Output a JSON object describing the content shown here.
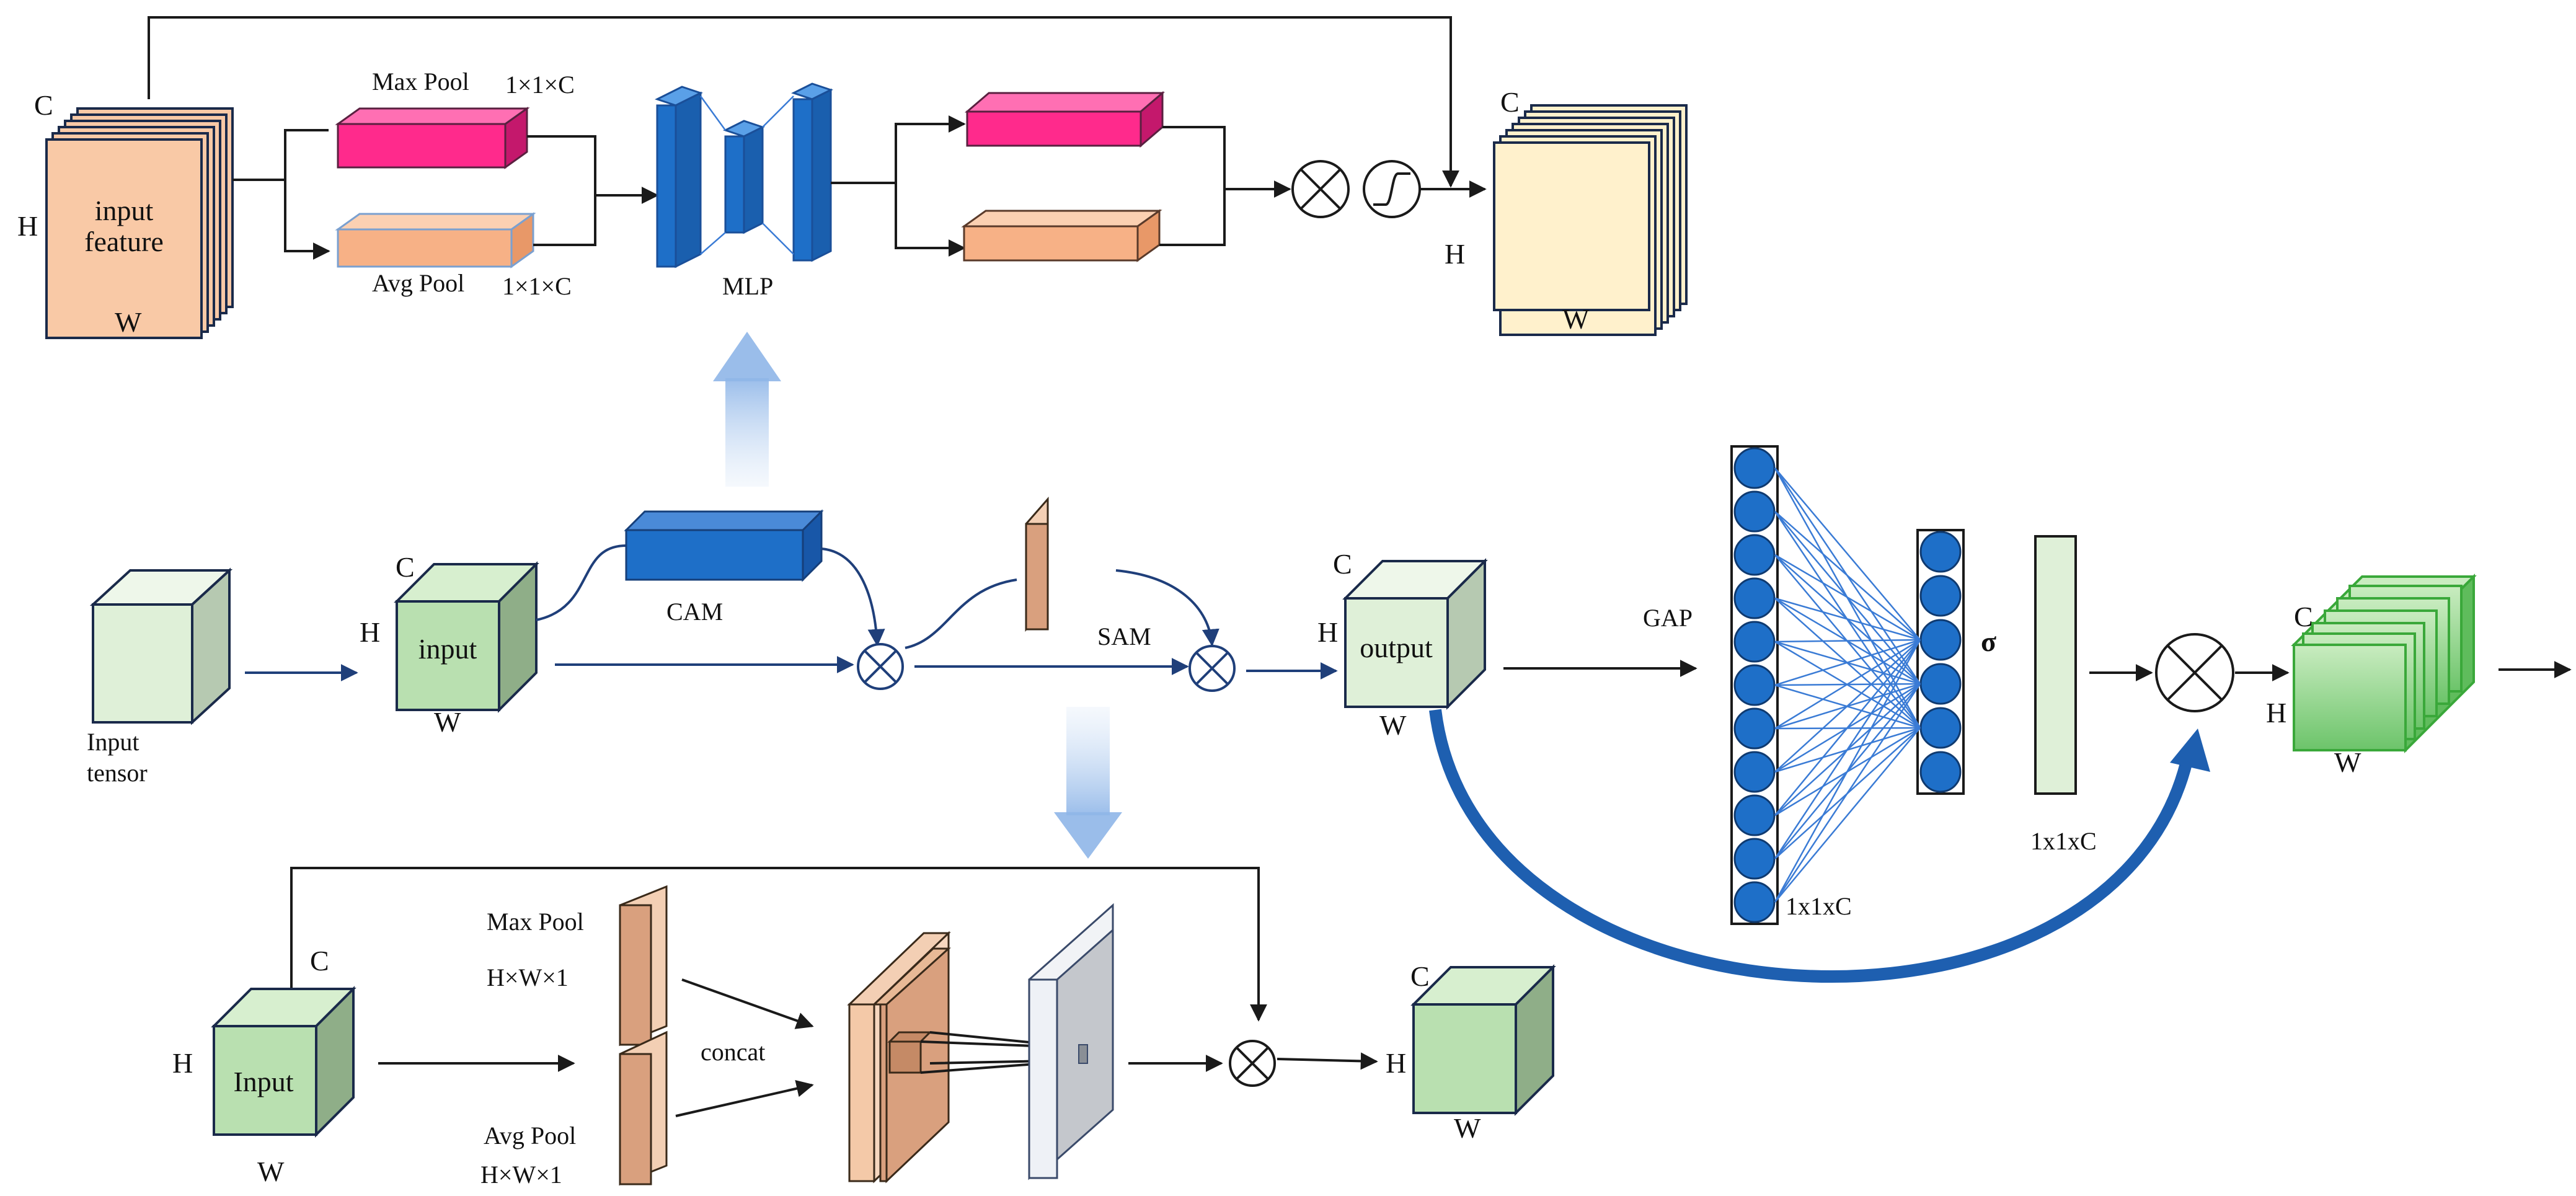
{
  "top_cam": {
    "input_label_line1": "input",
    "input_label_line2": "feature",
    "dim_c": "C",
    "dim_h": "H",
    "dim_w": "W",
    "max_pool": "Max Pool",
    "avg_pool": "Avg Pool",
    "max_pool_dim": "1×1×C",
    "avg_pool_dim": "1×1×C",
    "mlp": "MLP",
    "out_dim_c": "C",
    "out_dim_h": "H",
    "out_dim_w": "W"
  },
  "middle": {
    "input_tensor_line1": "Input",
    "input_tensor_line2": "tensor",
    "input_label": "input",
    "dim_c": "C",
    "dim_h": "H",
    "dim_w": "W",
    "cam": "CAM",
    "sam": "SAM",
    "output_label": "output",
    "out_dim_c": "C",
    "out_dim_h": "H",
    "out_dim_w": "W"
  },
  "se": {
    "gap": "GAP",
    "sigma": "σ",
    "fc_dim": "1x1xC",
    "vec_dim": "1x1xC",
    "out_dim_c": "C",
    "out_dim_h": "H",
    "out_dim_w": "W"
  },
  "bottom_sam": {
    "input_label": "Input",
    "dim_c": "C",
    "dim_h": "H",
    "dim_w": "W",
    "max_pool": "Max Pool",
    "max_pool_dim": "H×W×1",
    "avg_pool": "Avg Pool",
    "avg_pool_dim": "H×W×1",
    "concat": "concat",
    "out_dim_c": "C",
    "out_dim_h": "H",
    "out_dim_w": "W"
  },
  "colors": {
    "peach": "#f9c9a6",
    "cream": "#fff1cc",
    "magenta": "#ff2a8c",
    "orange": "#f7b186",
    "blue": "#1e6fc8",
    "light_green": "#dff0d8",
    "green": "#b9e0b0",
    "salmon": "#d9a07e"
  }
}
